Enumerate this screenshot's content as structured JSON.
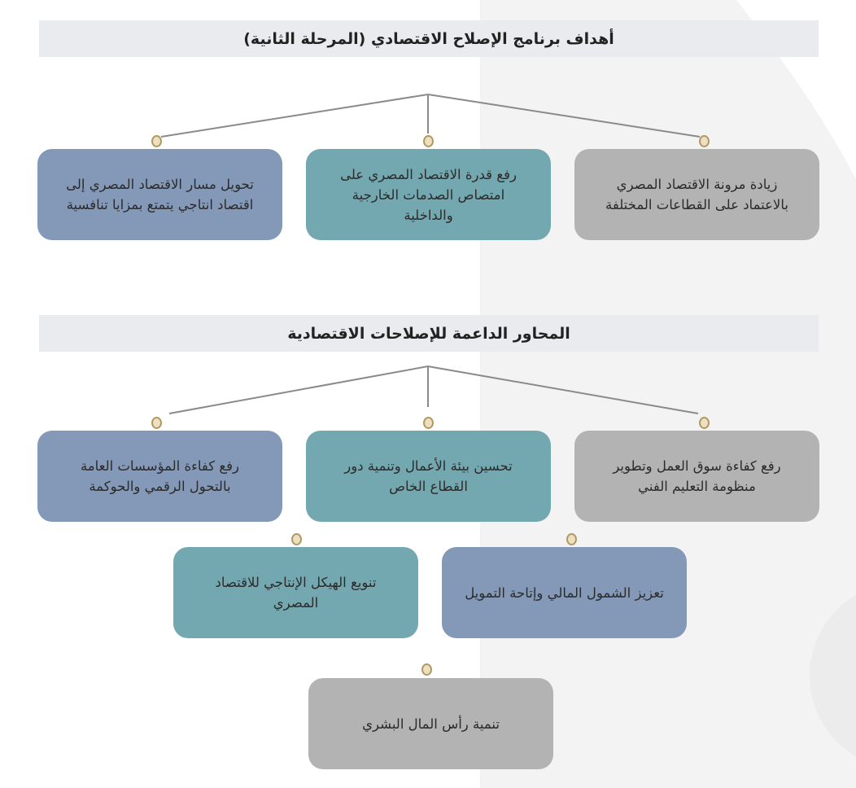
{
  "section1": {
    "title": "أهداف برنامج الإصلاح الاقتصادي (المرحلة الثانية)",
    "items": [
      {
        "label": "زيادة مرونة الاقتصاد المصري بالاعتماد على القطاعات المختلفة",
        "color": "#b3b3b3"
      },
      {
        "label": "رفع قدرة الاقتصاد المصري على امتصاص الصدمات الخارجية والداخلية",
        "color": "#74a8b0"
      },
      {
        "label": "تحويل مسار الاقتصاد المصري إلى اقتصاد انتاجي يتمتع بمزايا تنافسية",
        "color": "#8499b8"
      }
    ]
  },
  "section2": {
    "title": "المحاور الداعمة للإصلاحات الاقتصادية",
    "items": [
      {
        "label": "رفع كفاءة سوق العمل وتطوير منظومة التعليم الفني",
        "color": "#b3b3b3"
      },
      {
        "label": "تحسين بيئة الأعمال وتنمية دور القطاع الخاص",
        "color": "#74a8b0"
      },
      {
        "label": "رفع كفاءة المؤسسات العامة بالتحول الرقمي والحوكمة",
        "color": "#8499b8"
      },
      {
        "label": "تعزيز الشمول المالي وإتاحة التمويل",
        "color": "#8499b8"
      },
      {
        "label": "تنويع الهيكل الإنتاجي للاقتصاد المصري",
        "color": "#74a8b0"
      },
      {
        "label": "تنمية رأس المال البشري",
        "color": "#b3b3b3"
      }
    ]
  }
}
